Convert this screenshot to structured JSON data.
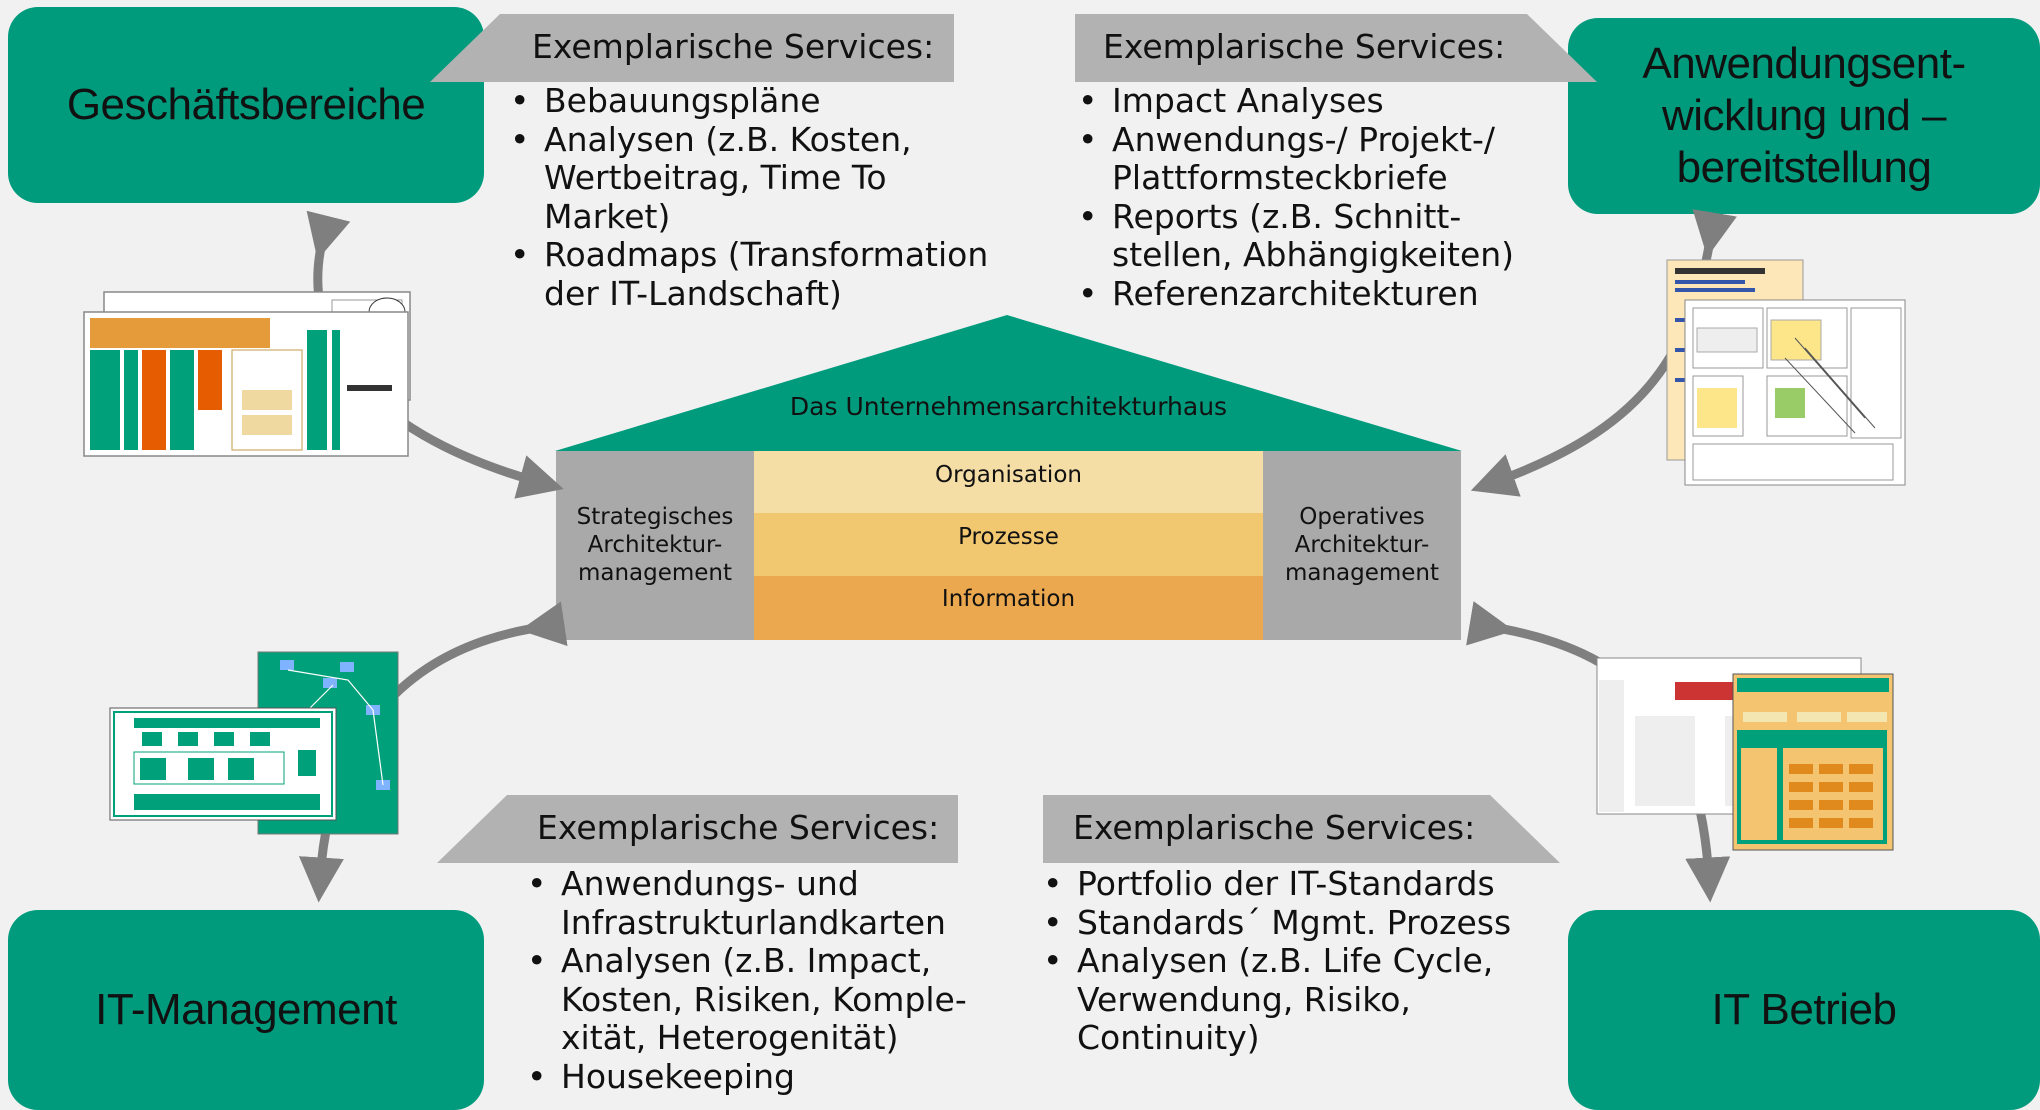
{
  "corners": {
    "top_left": "Geschäftsbereiche",
    "top_right": [
      "Anwendungsent-",
      "wicklung und –",
      "bereitstellung"
    ],
    "bottom_left": "IT-Management",
    "bottom_right": "IT Betrieb"
  },
  "services": {
    "top_left": {
      "header": "Exemplarische Services:",
      "items": [
        [
          "Bebauungspläne"
        ],
        [
          "Analysen (z.B. Kosten,",
          "Wertbeitrag, Time To",
          "Market)"
        ],
        [
          "Roadmaps (Transformation",
          "der IT-Landschaft)"
        ]
      ]
    },
    "top_right": {
      "header": "Exemplarische Services:",
      "items": [
        [
          "Impact Analyses"
        ],
        [
          "Anwendungs-/ Projekt-/",
          "Plattformsteckbriefe"
        ],
        [
          "Reports (z.B. Schnitt-",
          "stellen, Abhängigkeiten)"
        ],
        [
          "Referenzarchitekturen"
        ]
      ]
    },
    "bottom_left": {
      "header": "Exemplarische Services:",
      "items": [
        [
          "Anwendungs- und",
          "Infrastrukturlandkarten"
        ],
        [
          "Analysen (z.B. Impact,",
          "Kosten, Risiken, Komple-",
          "xität, Heterogenität)"
        ],
        [
          "Housekeeping"
        ]
      ]
    },
    "bottom_right": {
      "header": "Exemplarische Services:",
      "items": [
        [
          "Portfolio der IT-Standards"
        ],
        [
          "Standards´ Mgmt. Prozess"
        ],
        [
          "Analysen (z.B. Life Cycle,",
          "Verwendung, Risiko,",
          "Continuity)"
        ]
      ]
    }
  },
  "house": {
    "roof_title": "Das Unternehmensarchitekturhaus",
    "left_pillar": [
      "Strategisches",
      "Architektur-",
      "management"
    ],
    "right_pillar": [
      "Operatives",
      "Architektur-",
      "management"
    ],
    "layers": [
      "Organisation",
      "Prozesse",
      "Information"
    ]
  },
  "colors": {
    "corner_green": "#009b7d",
    "roof_green": "#009b7d",
    "pillar_gray": "#a9a9a9",
    "header_gray": "#b2b2b2",
    "layer_organisation": "#f5dea6",
    "layer_prozesse": "#f1c770",
    "layer_information": "#eca84e",
    "arrow_gray": "#7f7f7f"
  }
}
